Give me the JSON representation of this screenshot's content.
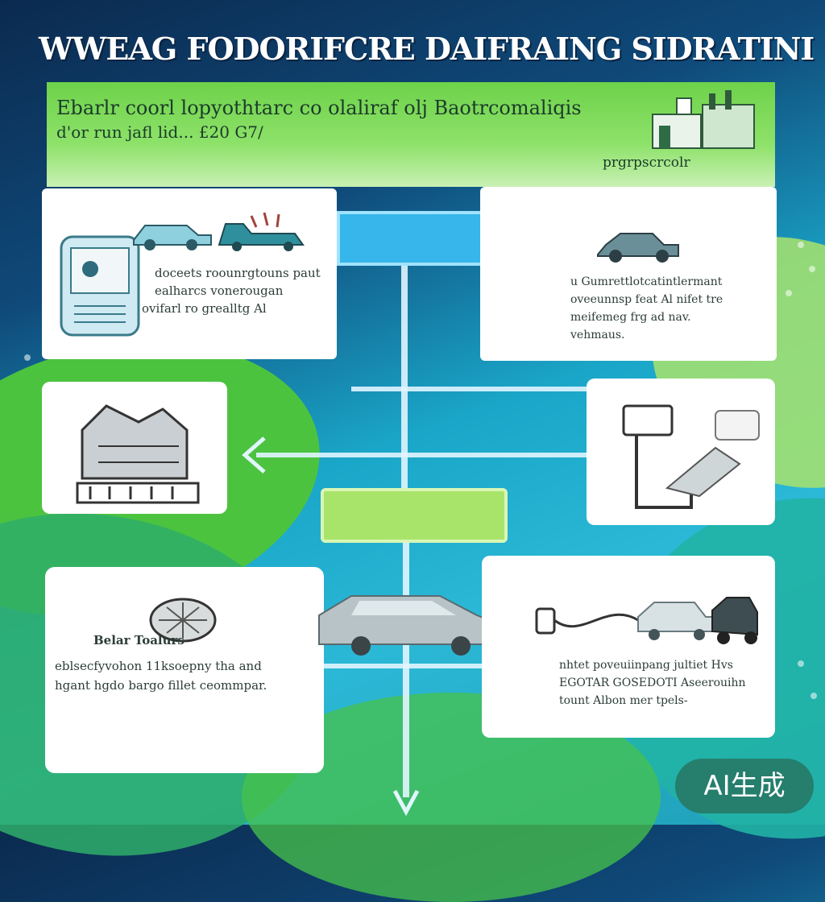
{
  "headline": "WWEAG FODORIFCRE DAIFRAING SIDRATINI",
  "banner": {
    "line1": "Ebarlr coorl lopyothtarc co olaliraf olj Baotrcomaliqis",
    "line2": "d'or run jafl lid... £20 G7/",
    "line3": "prgrpscrcolr"
  },
  "panels": {
    "top_left": {
      "line1": "doceets roounrgtouns paut",
      "line2": "ealharcs vonerougan",
      "line3": "ovifarl ro grealltg Al"
    },
    "top_right": {
      "line1": "u Gumrettlotcatintlermant",
      "line2": "oveeunnsp feat Al nifet tre",
      "line3": "meifemeg frg ad nav.",
      "line4": "vehmaus."
    },
    "bottom_left": {
      "title": "Belar Toalurs",
      "line1": "eblsecfyvohon 11ksoepny tha and",
      "line2": "hgant hgdo bargo fillet ceommpar."
    },
    "bottom_right": {
      "line1": "nhtet poveuiinpang jultiet Hvs",
      "line2": "EGOTAR GOSEDOTI Aseerouihn",
      "line3": "tount Albon mer tpels-"
    }
  },
  "badge": "AI生成",
  "colors": {
    "banner_green": "#6ed24a",
    "flow_blue": "#36b6ea",
    "flow_green": "#a9e46a",
    "badge_bg": "#286e5a"
  },
  "icons": [
    "factory-icon",
    "car-icon",
    "dashboard-icon",
    "engine-icon",
    "pump-icon",
    "ev-charger-icon",
    "gear-icon"
  ]
}
